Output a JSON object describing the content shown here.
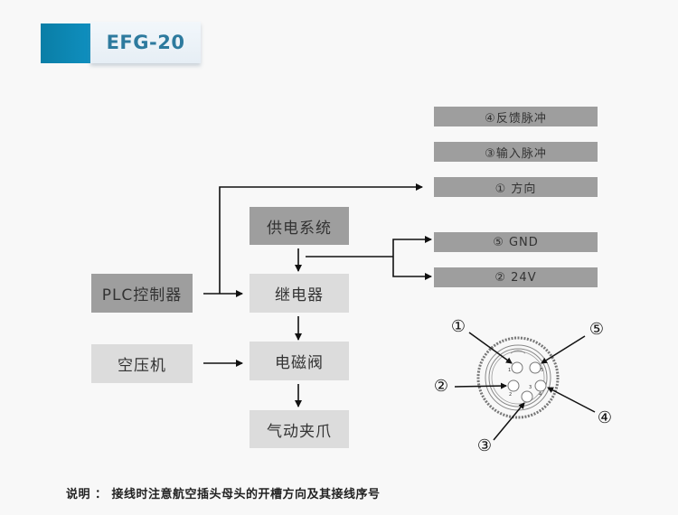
{
  "banner": {
    "title": "EFG-20",
    "accent_color": "#0f8fbf"
  },
  "signals": [
    {
      "id": "feedback",
      "label": "④反馈脉冲"
    },
    {
      "id": "input",
      "label": "③输入脉冲"
    },
    {
      "id": "direction",
      "label": "① 方向"
    },
    {
      "id": "gnd",
      "label": "⑤ GND"
    },
    {
      "id": "v24",
      "label": "② 24V"
    }
  ],
  "blocks": {
    "power": "供电系统",
    "plc": "PLC控制器",
    "relay": "继电器",
    "compressor": "空压机",
    "valve": "电磁阀",
    "gripper": "气动夹爪"
  },
  "connector": {
    "callouts": [
      "①",
      "②",
      "③",
      "④",
      "⑤"
    ],
    "pin_numbers": [
      "1",
      "2",
      "3",
      "4",
      "5"
    ]
  },
  "note": "说明 ： 接线时注意航空插头母头的开槽方向及其接线序号"
}
